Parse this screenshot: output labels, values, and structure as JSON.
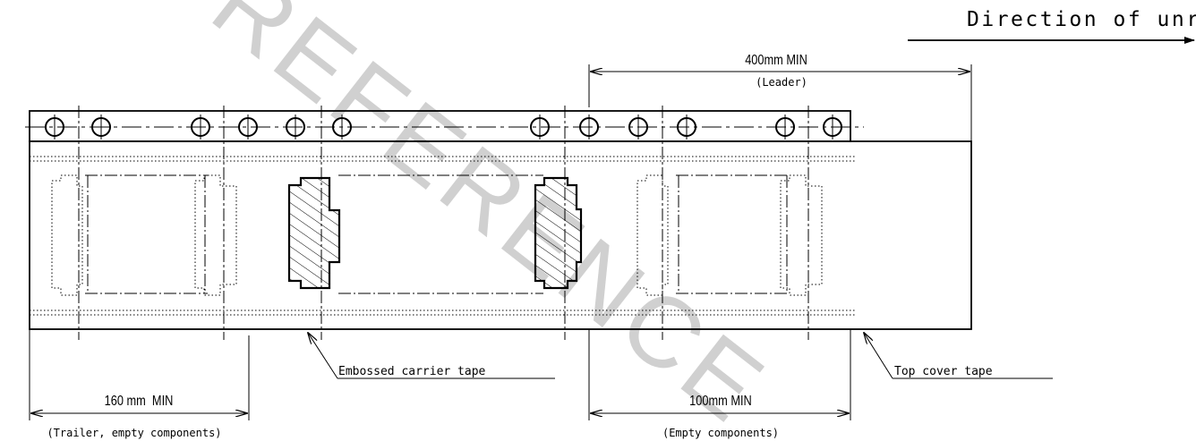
{
  "title": "Direction of unreeling",
  "watermark": "REFERENCE",
  "dimensions": {
    "leader": {
      "value": "400mm MIN",
      "note": "(Leader)"
    },
    "trailer": {
      "value": "160 mm  MIN",
      "note": "(Trailer, empty components)"
    },
    "empty": {
      "value": "100mm MIN",
      "note": "(Empty components)"
    }
  },
  "callouts": {
    "carrier": "Embossed carrier tape",
    "cover": "Top cover tape"
  },
  "colors": {
    "line": "#000000",
    "watermark": "#d0d0d0"
  }
}
